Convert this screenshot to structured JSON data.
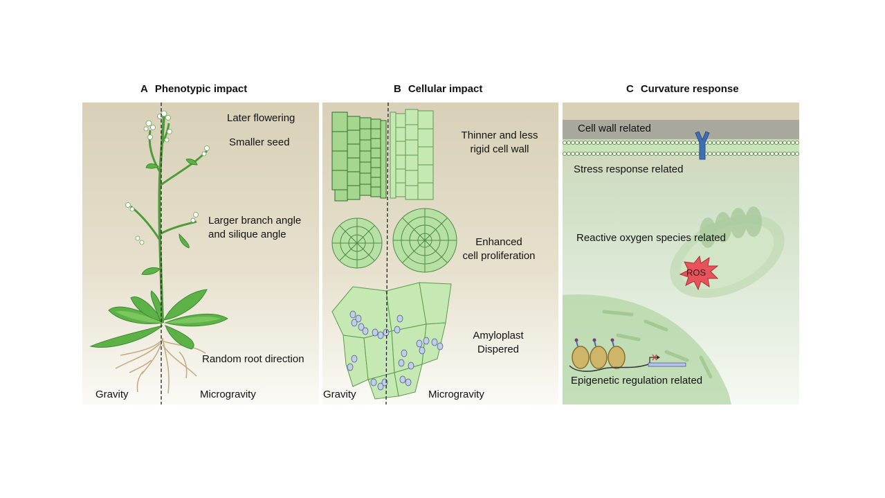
{
  "panels": {
    "a": {
      "letter": "A",
      "title": "Phenotypic impact",
      "labels": {
        "later_flowering": "Later flowering",
        "smaller_seed": "Smaller seed",
        "branch_angle_1": "Larger branch angle",
        "branch_angle_2": "and silique angle",
        "root_direction": "Random root direction",
        "gravity": "Gravity",
        "microgravity": "Microgravity"
      }
    },
    "b": {
      "letter": "B",
      "title": "Cellular impact",
      "labels": {
        "cell_wall_1": "Thinner and less",
        "cell_wall_2": "rigid cell wall",
        "proliferation_1": "Enhanced",
        "proliferation_2": "cell proliferation",
        "amyloplast_1": "Amyloplast",
        "amyloplast_2": "Dispered",
        "gravity": "Gravity",
        "microgravity": "Microgravity"
      }
    },
    "c": {
      "letter": "C",
      "title": "Curvature response",
      "labels": {
        "cell_wall": "Cell wall related",
        "stress": "Stress response related",
        "ros_related": "Reactive oxygen species related",
        "ros_badge": "ROS",
        "epigenetic": "Epigenetic regulation related"
      }
    }
  },
  "colors": {
    "panel_bg": "#d8d0b7",
    "plant_green": "#4f9b3a",
    "leaf_green": "#5cb247",
    "cell_green": "#b7e0a4",
    "cell_outline": "#2f6b2a",
    "membrane_green": "#c9e3b8",
    "receptor_blue": "#3f6fb0",
    "ros_red": "#e8525a",
    "wall_grey": "#a8a89c"
  }
}
